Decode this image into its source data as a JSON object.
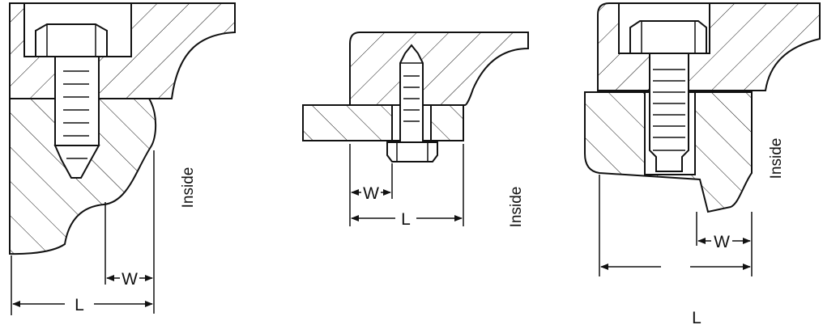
{
  "figures": [
    {
      "id": "left",
      "width_label": "W",
      "length_label": "L",
      "side_label": "Inside"
    },
    {
      "id": "center",
      "width_label": "W",
      "length_label": "L",
      "side_label": "Inside"
    },
    {
      "id": "right",
      "width_label": "W",
      "length_label": "L",
      "side_label": "Inside"
    }
  ],
  "colors": {
    "line": "#111111",
    "background": "#ffffff"
  }
}
